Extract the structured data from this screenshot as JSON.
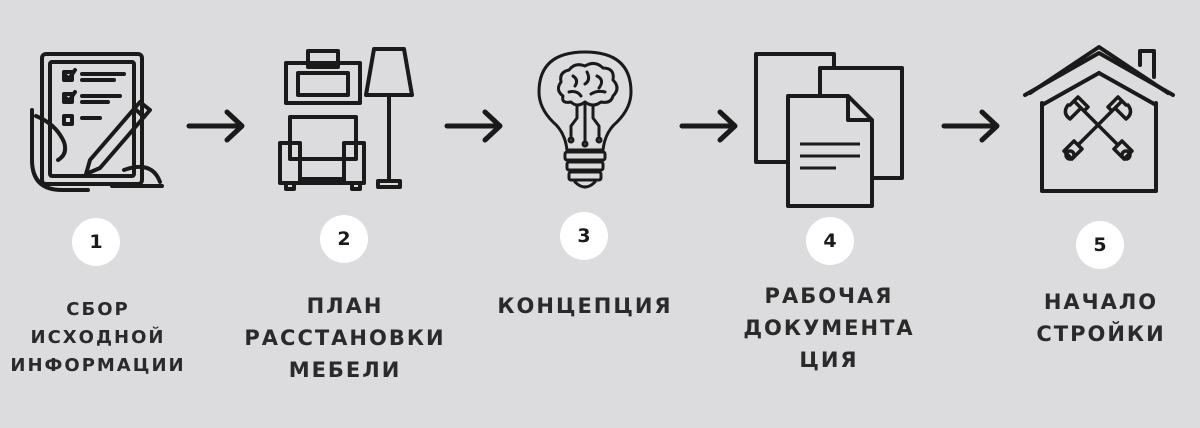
{
  "colors": {
    "background": "#dcdcde",
    "ink": "#1a1a1a",
    "badge": "#ffffff"
  },
  "steps": [
    {
      "number": "1",
      "icon": "checklist-tablet-icon",
      "lines": [
        "СБОР",
        "ИСХОДНОЙ",
        "ИНФОРМАЦИИ"
      ]
    },
    {
      "number": "2",
      "icon": "armchair-lamp-icon",
      "lines": [
        "ПЛАН",
        "РАССТАНОВКИ",
        "МЕБЕЛИ"
      ]
    },
    {
      "number": "3",
      "icon": "brain-bulb-icon",
      "lines": [
        "КОНЦЕПЦИЯ"
      ]
    },
    {
      "number": "4",
      "icon": "documents-icon",
      "lines": [
        "РАБОЧАЯ",
        "ДОКУМЕНТА",
        "ЦИЯ"
      ]
    },
    {
      "number": "5",
      "icon": "house-tools-icon",
      "lines": [
        "НАЧАЛО",
        "СТРОЙКИ"
      ]
    }
  ],
  "connectors": [
    "arrow-right-icon",
    "arrow-right-icon",
    "arrow-right-icon",
    "arrow-right-icon"
  ]
}
